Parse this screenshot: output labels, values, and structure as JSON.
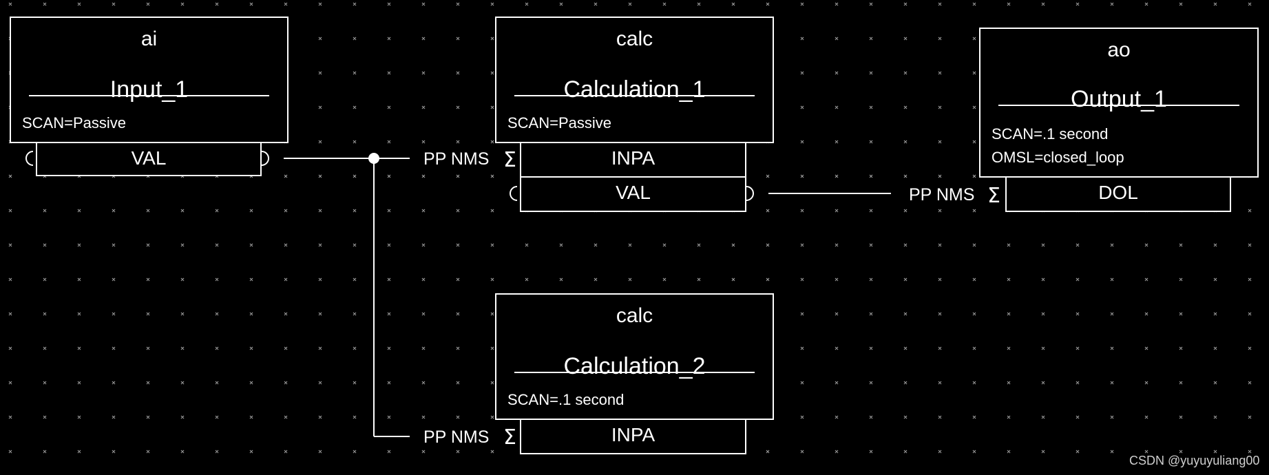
{
  "records": [
    {
      "id": "input_1",
      "type": "ai",
      "name": "Input_1",
      "attrs": [
        "SCAN=Passive"
      ],
      "fields": [
        "VAL"
      ]
    },
    {
      "id": "calc_1",
      "type": "calc",
      "name": "Calculation_1",
      "attrs": [
        "SCAN=Passive"
      ],
      "fields": [
        "INPA",
        "VAL"
      ]
    },
    {
      "id": "output_1",
      "type": "ao",
      "name": "Output_1",
      "attrs": [
        "SCAN=.1 second",
        "OMSL=closed_loop"
      ],
      "fields": [
        "DOL"
      ]
    },
    {
      "id": "calc_2",
      "type": "calc",
      "name": "Calculation_2",
      "attrs": [
        "SCAN=.1 second"
      ],
      "fields": [
        "INPA"
      ]
    }
  ],
  "links": {
    "calc1_inpa": "PP NMS",
    "output1_dol": "PP NMS",
    "calc2_inpa": "PP NMS"
  },
  "colors": {
    "background": "#000000",
    "foreground": "#ffffff",
    "grid": "#9a9a9a"
  },
  "watermark": "CSDN @yuyuyuliang00"
}
